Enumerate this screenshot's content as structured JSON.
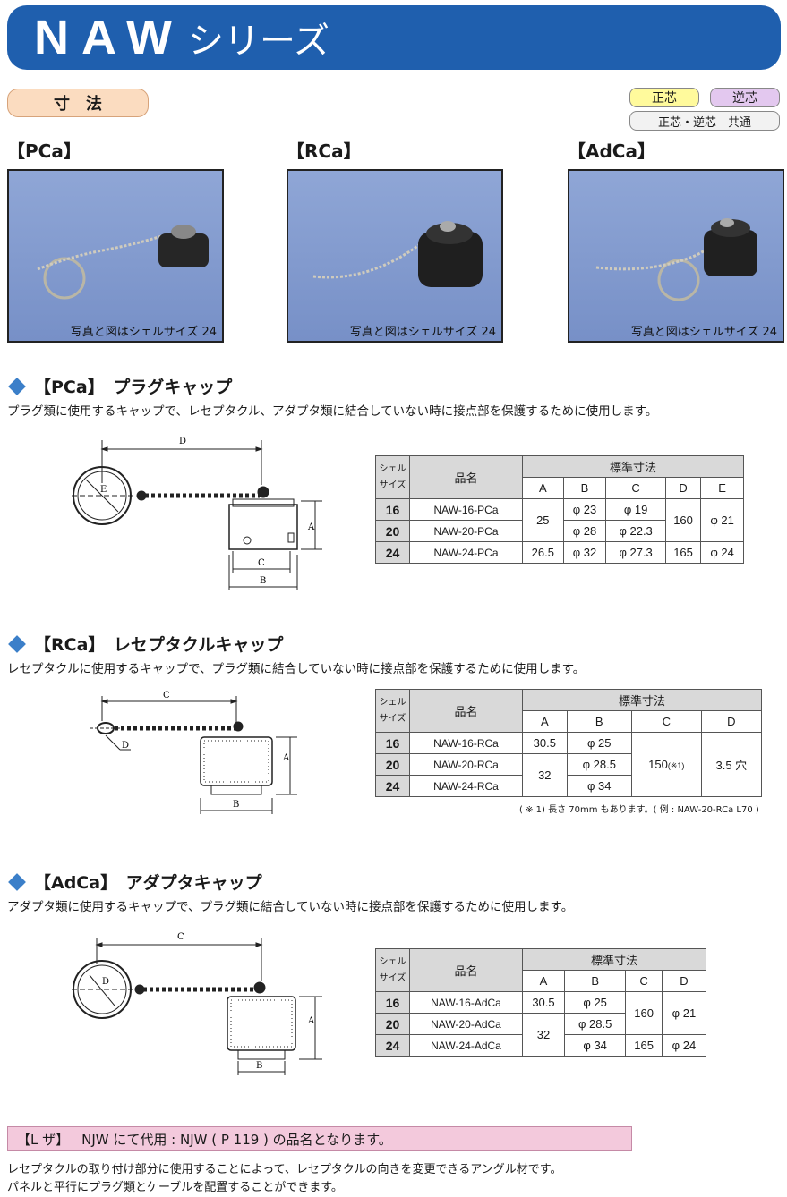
{
  "header": {
    "series_main": "NAW",
    "series_sub": "シリーズ"
  },
  "sunpo_label": "寸法",
  "legend": {
    "seishin": "正芯",
    "gyakushin": "逆芯",
    "common": "正芯・逆芯　共通"
  },
  "photos": [
    {
      "label": "【PCa】",
      "caption": "写真と図はシェルサイズ 24"
    },
    {
      "label": "【RCa】",
      "caption": "写真と図はシェルサイズ 24"
    },
    {
      "label": "【AdCa】",
      "caption": "写真と図はシェルサイズ 24"
    }
  ],
  "sections": {
    "pca": {
      "title": "【PCa】　プラグキャップ",
      "desc": "プラグ類に使用するキャップで、レセプタクル、アダプタ類に結合していない時に接点部を保護するために使用します。",
      "dims": {
        "D": "D",
        "E": "E",
        "A": "A",
        "C": "C",
        "B": "B"
      },
      "table": {
        "size_header": [
          "シェル",
          "サイズ"
        ],
        "name_header": "品名",
        "std_header": "標準寸法",
        "cols": [
          "A",
          "B",
          "C",
          "D",
          "E"
        ],
        "rows": [
          {
            "size": "16",
            "name": "NAW-16-PCa",
            "A": "25",
            "B": "φ 23",
            "C": "φ 19",
            "D": "160",
            "E": "φ 21"
          },
          {
            "size": "20",
            "name": "NAW-20-PCa",
            "B": "φ 28",
            "C": "φ 22.3"
          },
          {
            "size": "24",
            "name": "NAW-24-PCa",
            "A": "26.5",
            "B": "φ 32",
            "C": "φ 27.3",
            "D": "165",
            "E": "φ 24"
          }
        ]
      }
    },
    "rca": {
      "title": "【RCa】　レセプタクルキャップ",
      "desc": "レセプタクルに使用するキャップで、プラグ類に結合していない時に接点部を保護するために使用します。",
      "dims": {
        "C": "C",
        "D": "D",
        "A": "A",
        "B": "B"
      },
      "table": {
        "size_header": [
          "シェル",
          "サイズ"
        ],
        "name_header": "品名",
        "std_header": "標準寸法",
        "cols": [
          "A",
          "B",
          "C",
          "D"
        ],
        "rows": [
          {
            "size": "16",
            "name": "NAW-16-RCa",
            "A": "30.5",
            "B": "φ 25",
            "C": "150",
            "C_note": "(※1)",
            "D": "3.5 穴"
          },
          {
            "size": "20",
            "name": "NAW-20-RCa",
            "A": "32",
            "B": "φ 28.5"
          },
          {
            "size": "24",
            "name": "NAW-24-RCa",
            "B": "φ 34"
          }
        ]
      },
      "footnote": "( ※ 1) 長さ 70mm もあります。( 例 : NAW-20-RCa L70 )"
    },
    "adca": {
      "title": "【AdCa】　アダプタキャップ",
      "desc": "アダプタ類に使用するキャップで、プラグ類に結合していない時に接点部を保護するために使用します。",
      "dims": {
        "C": "C",
        "D": "D",
        "A": "A",
        "B": "B"
      },
      "table": {
        "size_header": [
          "シェル",
          "サイズ"
        ],
        "name_header": "品名",
        "std_header": "標準寸法",
        "cols": [
          "A",
          "B",
          "C",
          "D"
        ],
        "rows": [
          {
            "size": "16",
            "name": "NAW-16-AdCa",
            "A": "30.5",
            "B": "φ 25",
            "C": "160",
            "D": "φ 21"
          },
          {
            "size": "20",
            "name": "NAW-20-AdCa",
            "A": "32",
            "B": "φ 28.5"
          },
          {
            "size": "24",
            "name": "NAW-24-AdCa",
            "B": "φ 34",
            "C": "165",
            "D": "φ 24"
          }
        ]
      }
    }
  },
  "lza": {
    "label": "【L ザ】",
    "text": "NJW にて代用 : NJW ( P 119 ) の品名となります。"
  },
  "bottom_desc": [
    "レセプタクルの取り付け部分に使用することによって、レセプタクルの向きを変更できるアングル材です。",
    "パネルと平行にプラグ類とケーブルを配置することができます。"
  ],
  "colors": {
    "header": "#1f5fae",
    "accent": "#3b7fc9",
    "sunpo": "#fbdcc0",
    "seishin": "#fffa9c",
    "gyakushin": "#e3c8ef",
    "lza": "#f3c9dc"
  }
}
